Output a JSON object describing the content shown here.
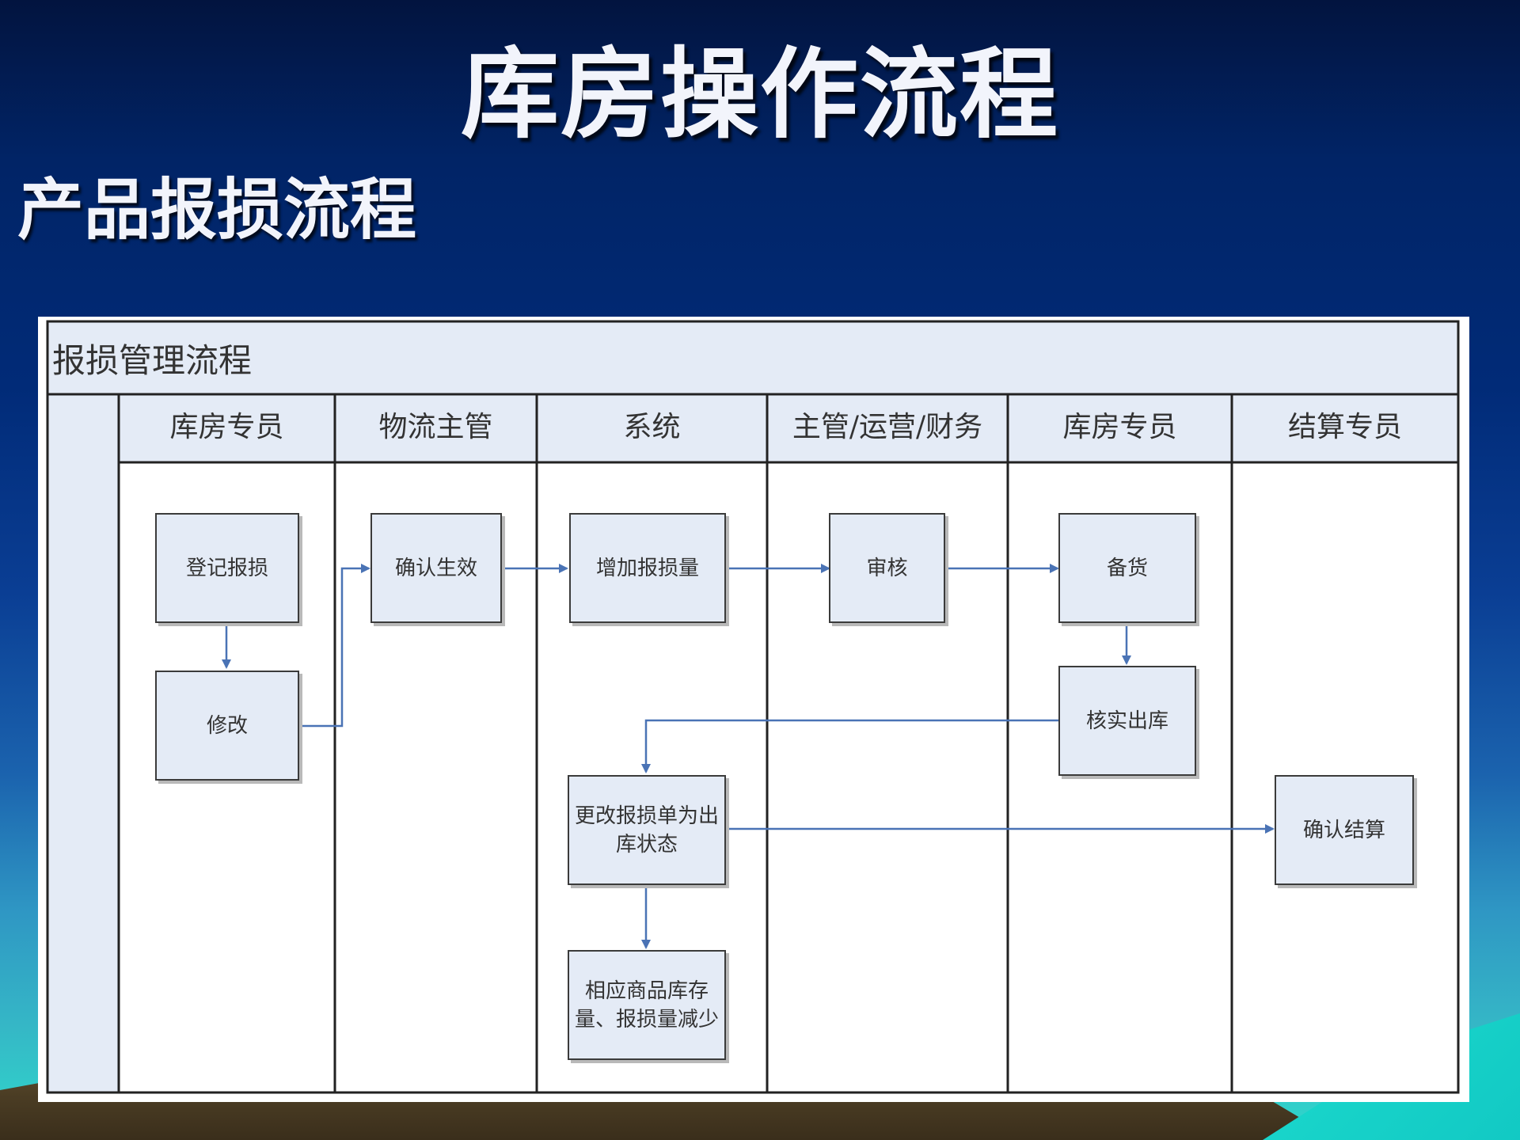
{
  "slide": {
    "title": "库房操作流程",
    "subtitle": "产品报损流程"
  },
  "diagram": {
    "pool_title": "报损管理流程",
    "lanes": [
      "库房专员",
      "物流主管",
      "系统",
      "主管/运营/财务",
      "库房专员",
      "结算专员"
    ],
    "nodes": {
      "register": "登记报损",
      "modify": "修改",
      "confirm_effective": "确认生效",
      "add_loss_qty": "增加报损量",
      "review": "审核",
      "prepare_goods": "备货",
      "verify_outbound": "核实出库",
      "change_status": "更改报损单为出库状态",
      "reduce_inventory": "相应商品库存量、报损量减少",
      "confirm_settlement": "确认结算"
    }
  },
  "colors": {
    "lane_fill": "#e4ebf6",
    "node_fill": "#e4ebf6",
    "connector": "#4a73b5",
    "border": "#222222"
  }
}
